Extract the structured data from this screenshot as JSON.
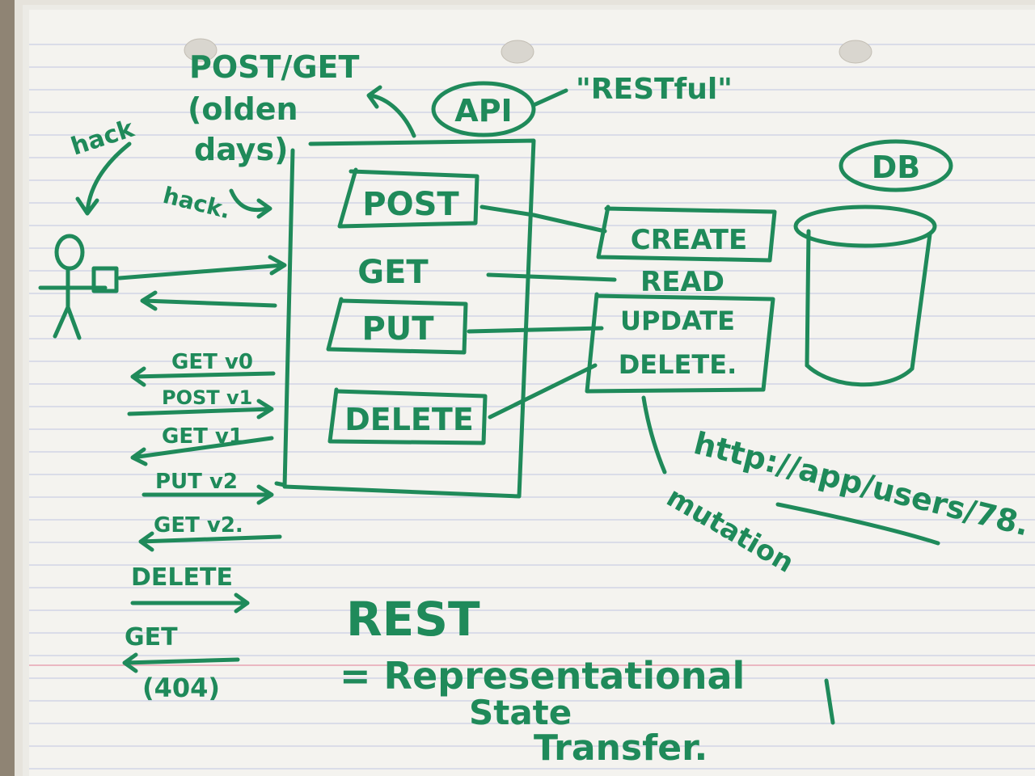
{
  "colors": {
    "ink": "#1f8a5a",
    "paper": "#f4f3ef",
    "rule_line": "#c9cfe4",
    "margin_line": "#e8a3b4",
    "background": "#8f8474"
  },
  "labels": {
    "post_get": "POST/GET",
    "olden": "(olden",
    "days": "days)",
    "hack_top": "hack",
    "hack_mid": "hack.",
    "api": "API",
    "restful": "\"RESTful\"",
    "db": "DB",
    "url": "http://app/users/78.",
    "mutation": "mutation",
    "rest": "REST",
    "representational": "= Representational",
    "state": "State",
    "transfer": "Transfer."
  },
  "api_box": {
    "items": [
      "POST",
      "GET",
      "PUT",
      "DELETE"
    ]
  },
  "crud": {
    "items": [
      "CREATE",
      "READ",
      "UPDATE",
      "DELETE."
    ]
  },
  "history": {
    "items": [
      "GET v0",
      "POST v1",
      "GET v1",
      "PUT v2",
      "GET v2.",
      "DELETE",
      "GET",
      "(404)"
    ]
  }
}
